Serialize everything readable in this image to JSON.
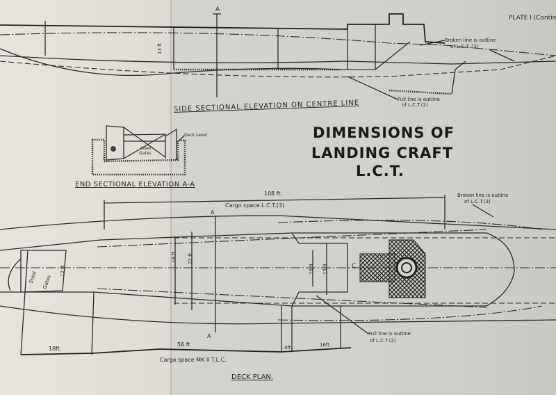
{
  "plate_label": "PLATE I (Contin",
  "title": {
    "line1": "DIMENSIONS OF",
    "line2": "LANDING CRAFT",
    "line3": "L.C.T."
  },
  "side_elevation": {
    "caption": "SIDE SECTIONAL ELEVATION ON CENTRE LINE",
    "section_mark": "A",
    "dimension": "13 ft",
    "note_broken": {
      "line1": "Broken line is outline",
      "line2": "of L.C.T. (3)"
    },
    "note_full": {
      "line1": "Full line is outline",
      "line2": "of L.C.T.(2)"
    }
  },
  "end_elevation": {
    "caption": "END SECTIONAL ELEVATION A-A",
    "deck_level": "Deck Level",
    "gates": {
      "line1": "Steel",
      "line2": "Gates"
    }
  },
  "deck_plan": {
    "caption": "DECK PLAN.",
    "overall_length": "108 ft.",
    "cargo_lct3": "Cargo space L.C.T.(3)",
    "cargo_mk2": "Cargo space MK II T.L.C.",
    "section_mark_top": "A",
    "section_mark_bottom": "A",
    "note_broken": {
      "line1": "Broken line is outline",
      "line2": "of L.C.T.(3)"
    },
    "note_full": {
      "line1": "Full line is outline",
      "line2": "of L.C.T.(2)"
    },
    "gates": {
      "line1": "Steel",
      "line2": "Gates"
    },
    "widths": {
      "gate": "12 ft",
      "w18": "18 ft",
      "w22": "22 ft",
      "w10": "10 ft",
      "w13": "13 ft"
    },
    "lengths": {
      "bow": "18ft.",
      "cargo": "56 ft",
      "gap": "4ft.",
      "aft": "16ft."
    },
    "marker": "C"
  }
}
